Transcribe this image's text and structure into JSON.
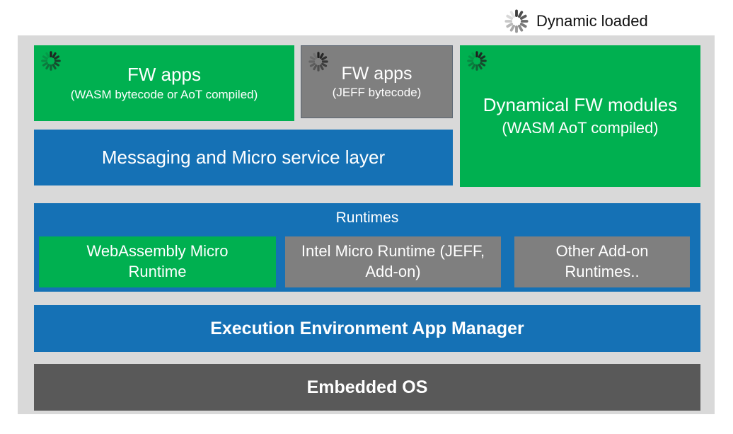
{
  "legend": {
    "label": "Dynamic loaded"
  },
  "boxes": {
    "fw_apps_wasm": {
      "title": "FW apps",
      "subtitle": "(WASM bytecode or AoT compiled)"
    },
    "fw_apps_jeff": {
      "title": "FW apps",
      "subtitle": "(JEFF bytecode)"
    },
    "dynamical_fw_modules": {
      "title": "Dynamical FW modules",
      "subtitle": "(WASM AoT compiled)"
    },
    "messaging_layer": {
      "title": "Messaging and Micro service layer"
    },
    "runtimes": {
      "title": "Runtimes",
      "children": [
        {
          "title": "WebAssembly Micro Runtime"
        },
        {
          "title": "Intel Micro Runtime (JEFF, Add-on)"
        },
        {
          "title": "Other Add-on Runtimes.."
        }
      ]
    },
    "app_manager": {
      "title": "Execution Environment App Manager"
    },
    "embedded_os": {
      "title": "Embedded OS"
    }
  },
  "icons": {
    "spinner": "loading-spinner-icon"
  },
  "colors": {
    "green": "#00B050",
    "blue": "#1571B5",
    "gray": "#7F7F7F",
    "dark_gray": "#595959",
    "panel_background": "#D9D9D9"
  }
}
